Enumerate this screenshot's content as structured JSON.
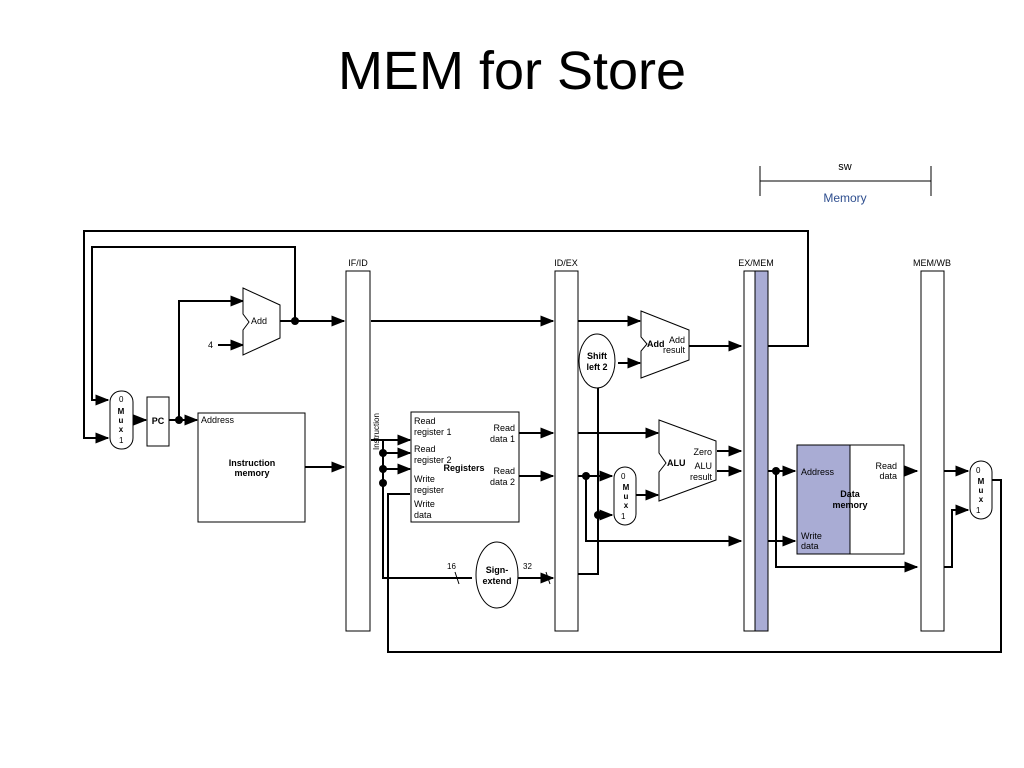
{
  "title": "MEM for Store",
  "stage": {
    "instruction": "sw",
    "label": "Memory"
  },
  "colors": {
    "highlight": "#a9acd4",
    "stage_label": "#2f4f8f",
    "wire": "#000000"
  },
  "pipeline_registers": [
    "IF/ID",
    "ID/EX",
    "EX/MEM",
    "MEM/WB"
  ],
  "pc": "PC",
  "constant_four": "4",
  "pc_adder": "Add",
  "mux1": {
    "zero": "0",
    "m": "M",
    "u": "u",
    "x": "x",
    "one": "1"
  },
  "instruction_memory": {
    "address": "Address",
    "name_line1": "Instruction",
    "name_line2": "memory",
    "instruction_label": "Instruction"
  },
  "registers": {
    "name": "Registers",
    "read_register_1": [
      "Read",
      "register 1"
    ],
    "read_register_2": [
      "Read",
      "register 2"
    ],
    "write_register": [
      "Write",
      "register"
    ],
    "write_data": [
      "Write",
      "data"
    ],
    "read_data_1": [
      "Read",
      "data 1"
    ],
    "read_data_2": [
      "Read",
      "data 2"
    ]
  },
  "sign_extend": {
    "line1": "Sign-",
    "line2": "extend",
    "in_bits": "16",
    "out_bits": "32"
  },
  "shift_left": {
    "line1": "Shift",
    "line2": "left 2"
  },
  "branch_adder": {
    "name": "Add",
    "result_line1": "Add",
    "result_line2": "result"
  },
  "mux2": {
    "zero": "0",
    "m": "M",
    "u": "u",
    "x": "x",
    "one": "1"
  },
  "alu": {
    "name": "ALU",
    "zero": "Zero",
    "result_line1": "ALU",
    "result_line2": "result"
  },
  "data_memory": {
    "address": "Address",
    "read_data": [
      "Read",
      "data"
    ],
    "write_data": [
      "Write",
      "data"
    ],
    "name_line1": "Data",
    "name_line2": "memory"
  },
  "mux3": {
    "zero": "0",
    "m": "M",
    "u": "u",
    "x": "x",
    "one": "1"
  }
}
